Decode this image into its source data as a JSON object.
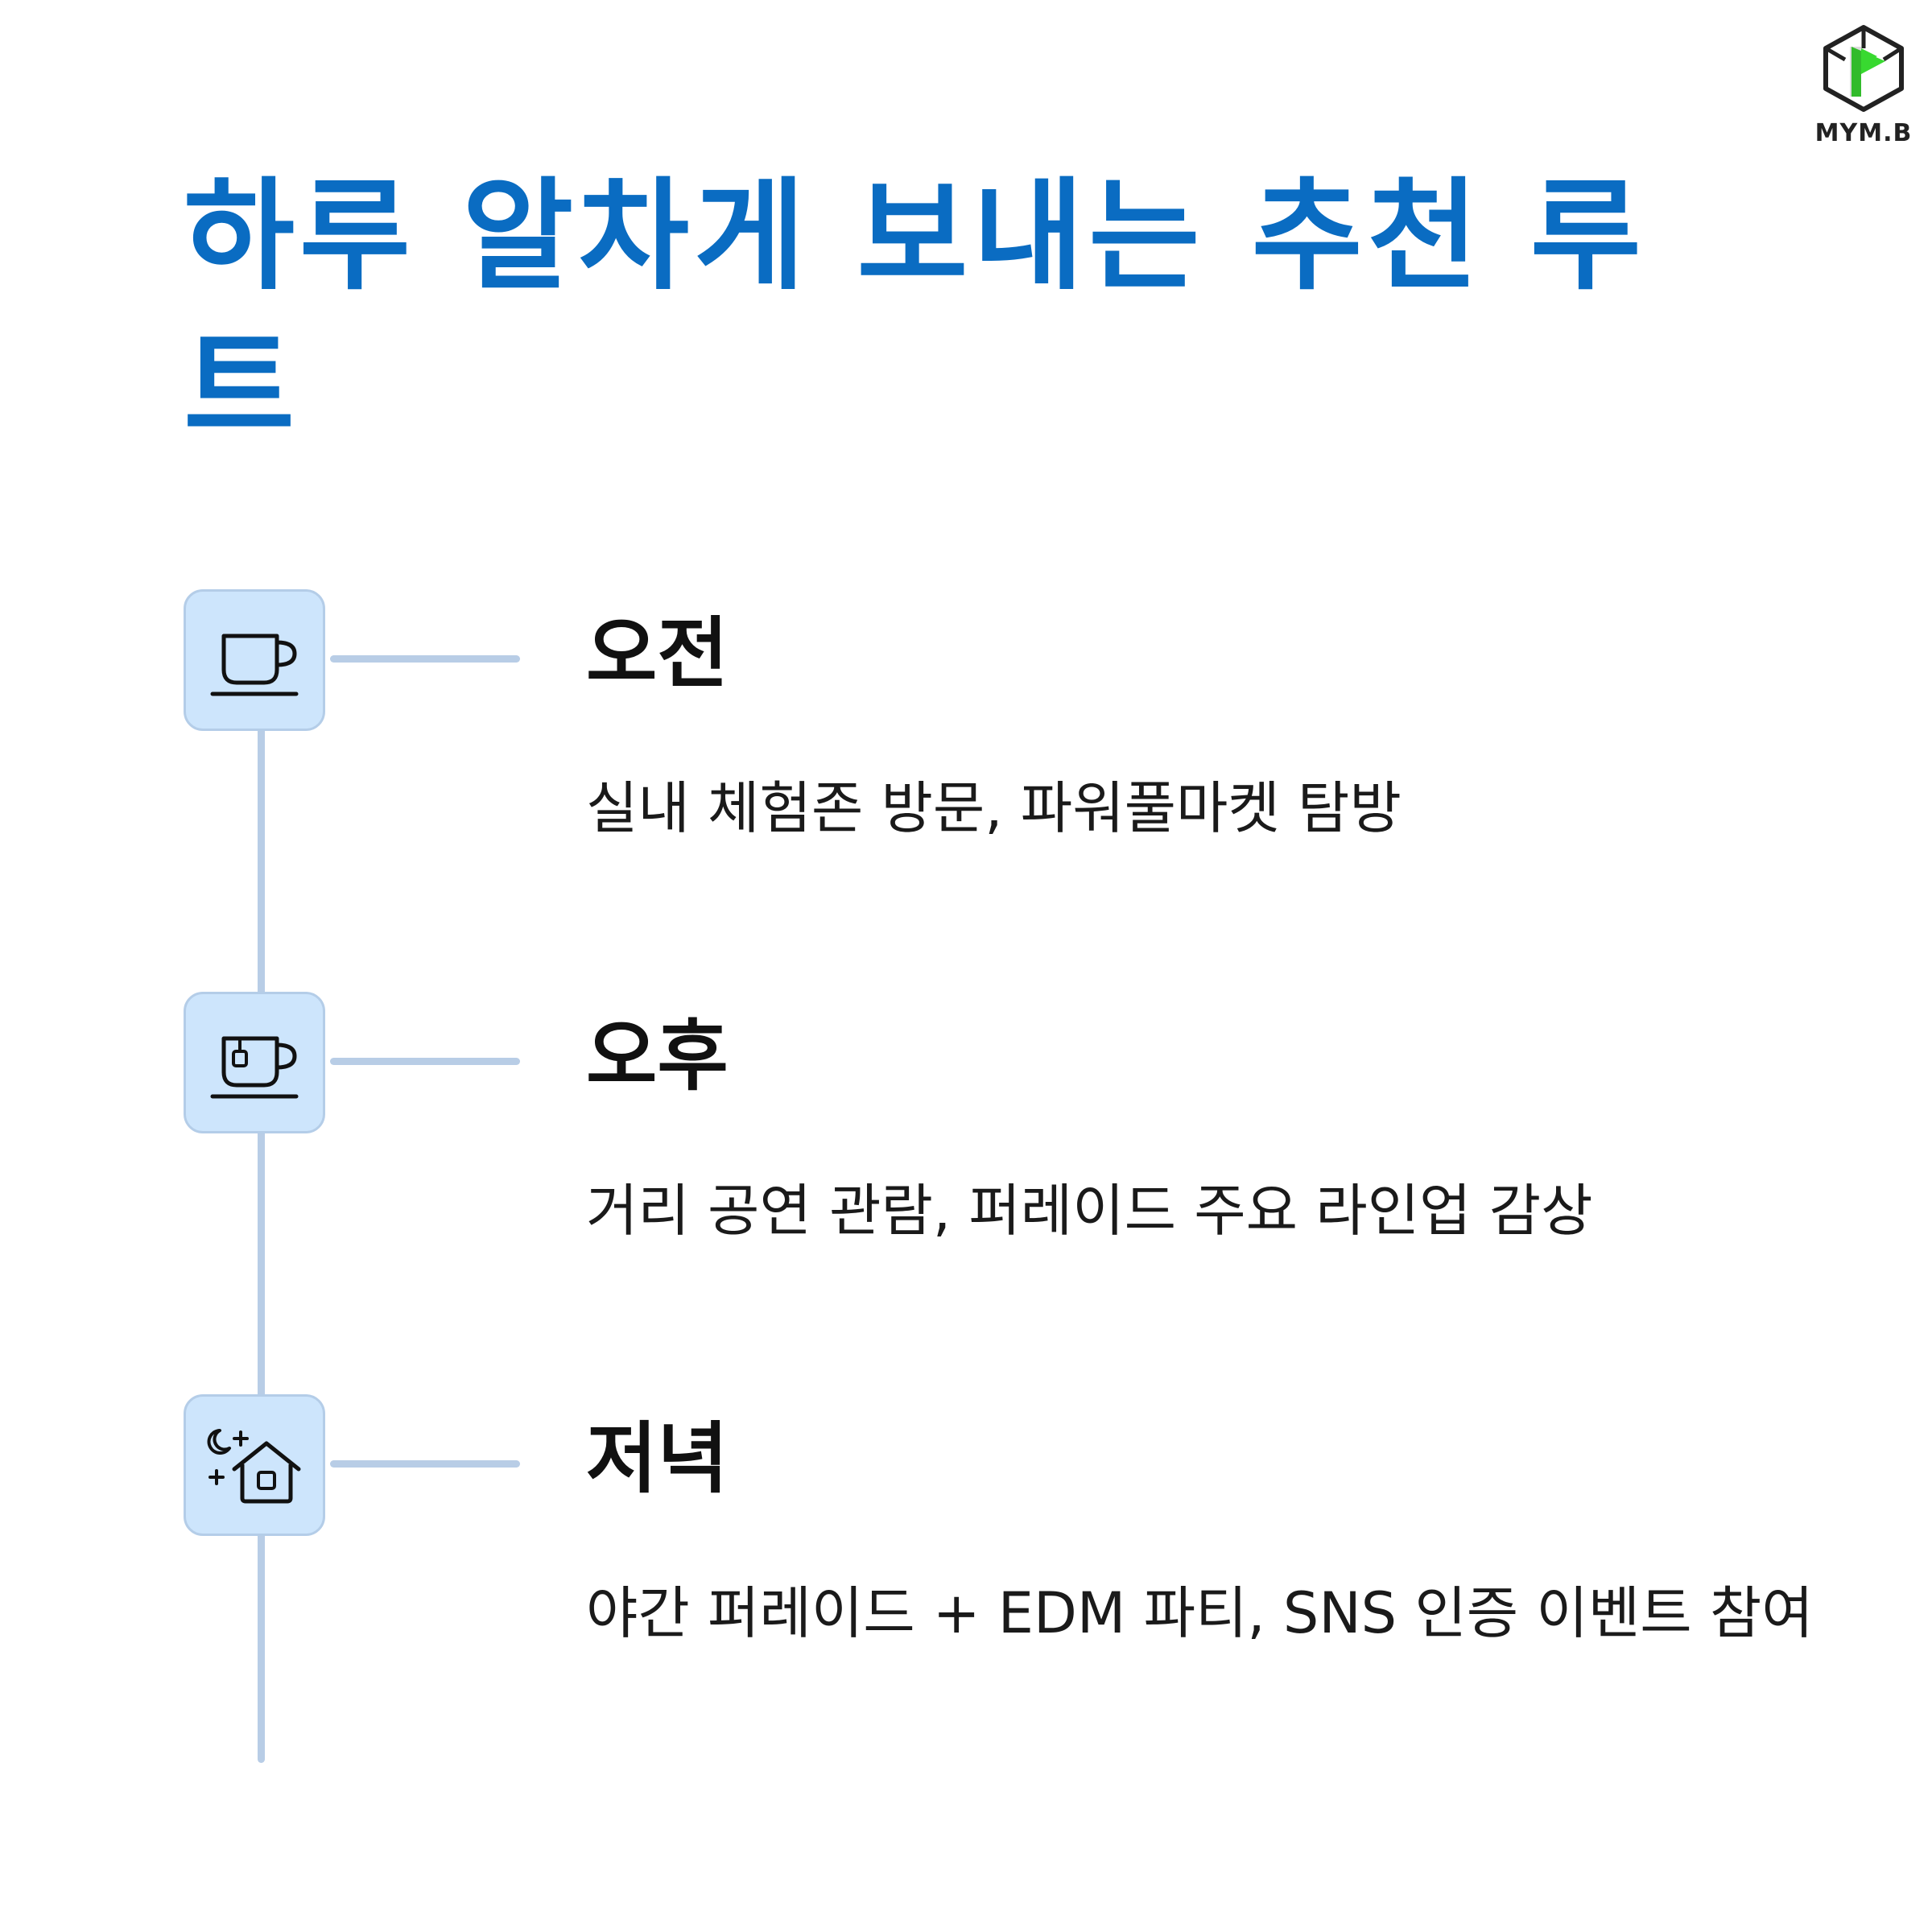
{
  "brand": {
    "logo_text": "MYM.B",
    "accent": "#38d930",
    "frame_color": "#222222"
  },
  "title": "하루 알차게 보내는 추천 루트",
  "colors": {
    "title": "#0a6cc2",
    "icon_bg": "#cde5fc",
    "line": "#b8cde6",
    "text": "#111111"
  },
  "timeline": [
    {
      "icon": "coffee-cup-icon",
      "title": "오전",
      "description": "실내 체험존 방문, 파워풀마켓 탐방"
    },
    {
      "icon": "tea-cup-icon",
      "title": "오후",
      "description": "거리 공연 관람, 퍼레이드 주요 라인업 감상"
    },
    {
      "icon": "night-house-icon",
      "title": "저녁",
      "description": "야간 퍼레이드 + EDM 파티, SNS 인증 이벤트 참여"
    }
  ]
}
